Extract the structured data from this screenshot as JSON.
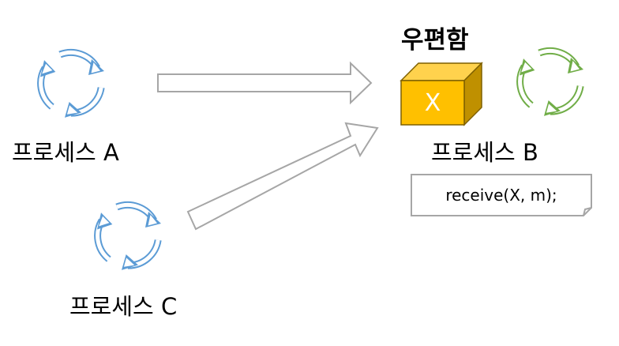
{
  "processes": {
    "a": {
      "label": "프로세스 A",
      "cycle_color": "#5b9bd5"
    },
    "b": {
      "label": "프로세스 B",
      "cycle_color": "#70ad47"
    },
    "c": {
      "label": "프로세스 C",
      "cycle_color": "#5b9bd5"
    }
  },
  "mailbox": {
    "title": "우편함",
    "letter": "X",
    "front_color": "#ffc000",
    "side_color": "#bf9000",
    "top_color": "#ffd24d"
  },
  "code_note": {
    "text": "receive(X, m);"
  },
  "arrows": {
    "a_to_mailbox": "process-a-to-mailbox",
    "c_to_mailbox": "process-c-to-mailbox"
  }
}
